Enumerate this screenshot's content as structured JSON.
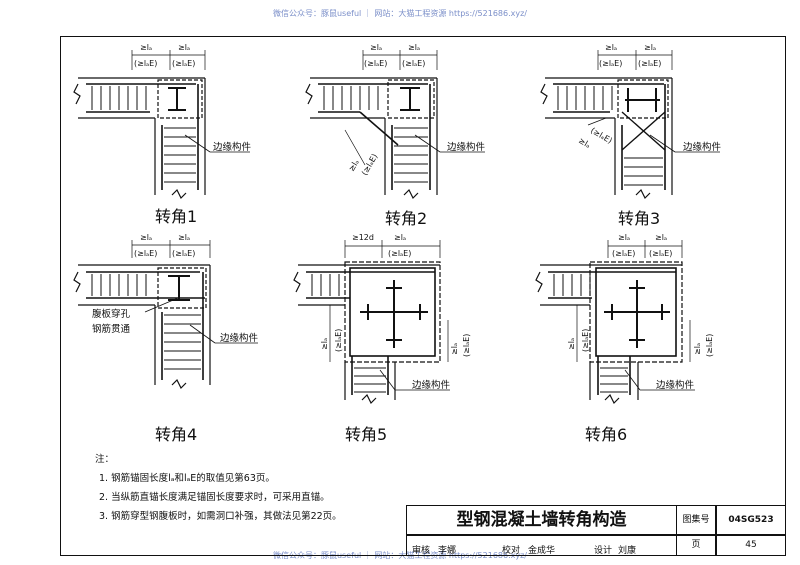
{
  "watermark_top": "微信公众号：豚鼠useful ｜ 网站：大猫工程资源 https://521686.xyz/",
  "watermark_bottom": "微信公众号：豚鼠useful ｜ 网站：大猫工程资源 https://521686.xyz/",
  "panels": [
    {
      "caption": "转角1",
      "label": "边缘构件"
    },
    {
      "caption": "转角2",
      "label": "边缘构件"
    },
    {
      "caption": "转角3",
      "label": "边缘构件"
    },
    {
      "caption": "转角4",
      "label": "边缘构件",
      "note1": "腹板穿孔",
      "note2": "钢筋贯通"
    },
    {
      "caption": "转角5",
      "label": "边缘构件"
    },
    {
      "caption": "转角6",
      "label": "边缘构件"
    }
  ],
  "dims": {
    "la": "≥lₐ",
    "lae": "(≥lₐE)",
    "d12": "≥12d"
  },
  "notes": {
    "heading": "注：",
    "items": [
      "1.  钢筋锚固长度lₐ和lₐE的取值见第63页。",
      "2.  当纵筋直锚长度满足锚固长度要求时，可采用直锚。",
      "3.  钢筋穿型钢腹板时，如需洞口补强，其做法见第22页。"
    ]
  },
  "titleblock": {
    "title": "型钢混凝土墙转角构造",
    "atlas_label": "图集号",
    "atlas_no": "04SG523",
    "page_label": "页",
    "page_no": "45",
    "review_label": "审核",
    "review_name": "李娜",
    "check_label": "校对",
    "check_name": "金成华",
    "design_label": "设计",
    "design_name": "刘康"
  }
}
